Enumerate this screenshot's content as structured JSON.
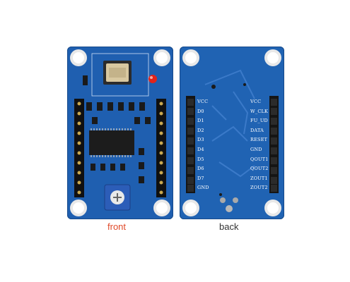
{
  "captions": {
    "front": "front",
    "back": "back"
  },
  "back_board": {
    "left_pins": [
      "VCC",
      "D0",
      "D1",
      "D2",
      "D3",
      "D4",
      "D5",
      "D6",
      "D7",
      "GND"
    ],
    "right_pins": [
      "VCC",
      "W_CLK",
      "FU_UD",
      "DATA",
      "RESET",
      "GND",
      "QOUT1",
      "QOUT2",
      "ZOUT1",
      "ZOUT2"
    ]
  },
  "colors": {
    "pcb": "#1f5fb0",
    "caption_front": "#e04a2a",
    "caption_back": "#333333",
    "led": "#e2231a",
    "pin_header": "#1a1a1a"
  }
}
